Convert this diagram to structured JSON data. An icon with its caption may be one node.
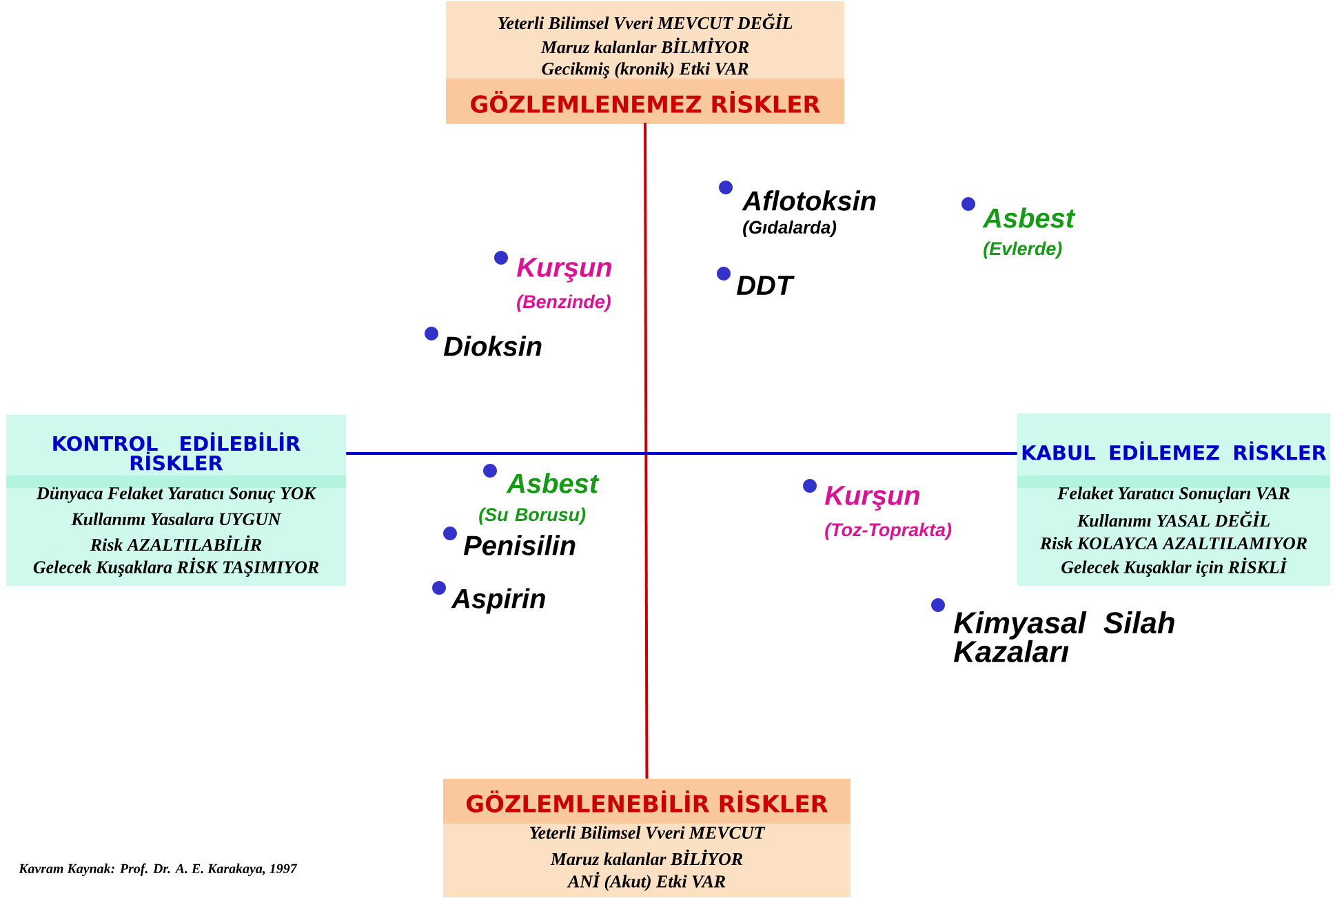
{
  "diagram": {
    "caption": "Kavram Kaynak: Prof. Dr. A. E. Karakaya, 1997",
    "nodes": [
      {
        "text": [
          "Yeterli Bilimsel Vveri MEVCUT DEĞİL",
          "Maruz kalanlar BİLMİYOR",
          "Gecikmiş (kronik) Etki VAR",
          "GÖZLEMLENEMEZ RİSKLER"
        ]
      },
      {
        "text": [
          "KONTROL EDİLEBİLİR RİSKLER",
          "Dünyaca Felaket Yaratıcı Sonuç YOK",
          "Kullanımı Yasalara UYGUN",
          "Risk AZALTILABİLİR",
          "Gelecek Kuşaklara RİSK TAŞIMIYOR"
        ]
      },
      {
        "text": [
          "KABUL EDİLEMEZ RİSKLER",
          "Felaket Yaratıcı Sonuçları VAR",
          "Kullanımı YASAL DEĞİL",
          "Risk KOLAYCA AZALTILAMIYOR",
          "Gelecek Kuşaklar için  RİSKLİ"
        ]
      },
      {
        "text": [
          "GÖZLEMLENEBİLİR RİSKLER",
          "Yeterli Bilimsel Vveri MEVCUT",
          "Maruz kalanlar BİLİYOR",
          "ANİ (Akut) Etki VAR"
        ]
      }
    ],
    "edges": [
      {
        "from": 0,
        "to": 3,
        "arrow": "none",
        "color": "#cc0000"
      },
      {
        "from": 1,
        "to": 2,
        "arrow": "none",
        "color": "#0000cc"
      }
    ],
    "labels": [
      "Aflotoksin",
      "(Gıdalarda)",
      "Asbest",
      "(Evlerde)",
      "Kurşun",
      "(Benzinde)",
      "DDT",
      "Dioksin",
      "Asbest",
      "(Su Borusu)",
      "Kurşun",
      "(Toz-Toprakta)",
      "Penisilin",
      "Aspirin",
      "Kimyasal Silah Kazaları"
    ]
  }
}
